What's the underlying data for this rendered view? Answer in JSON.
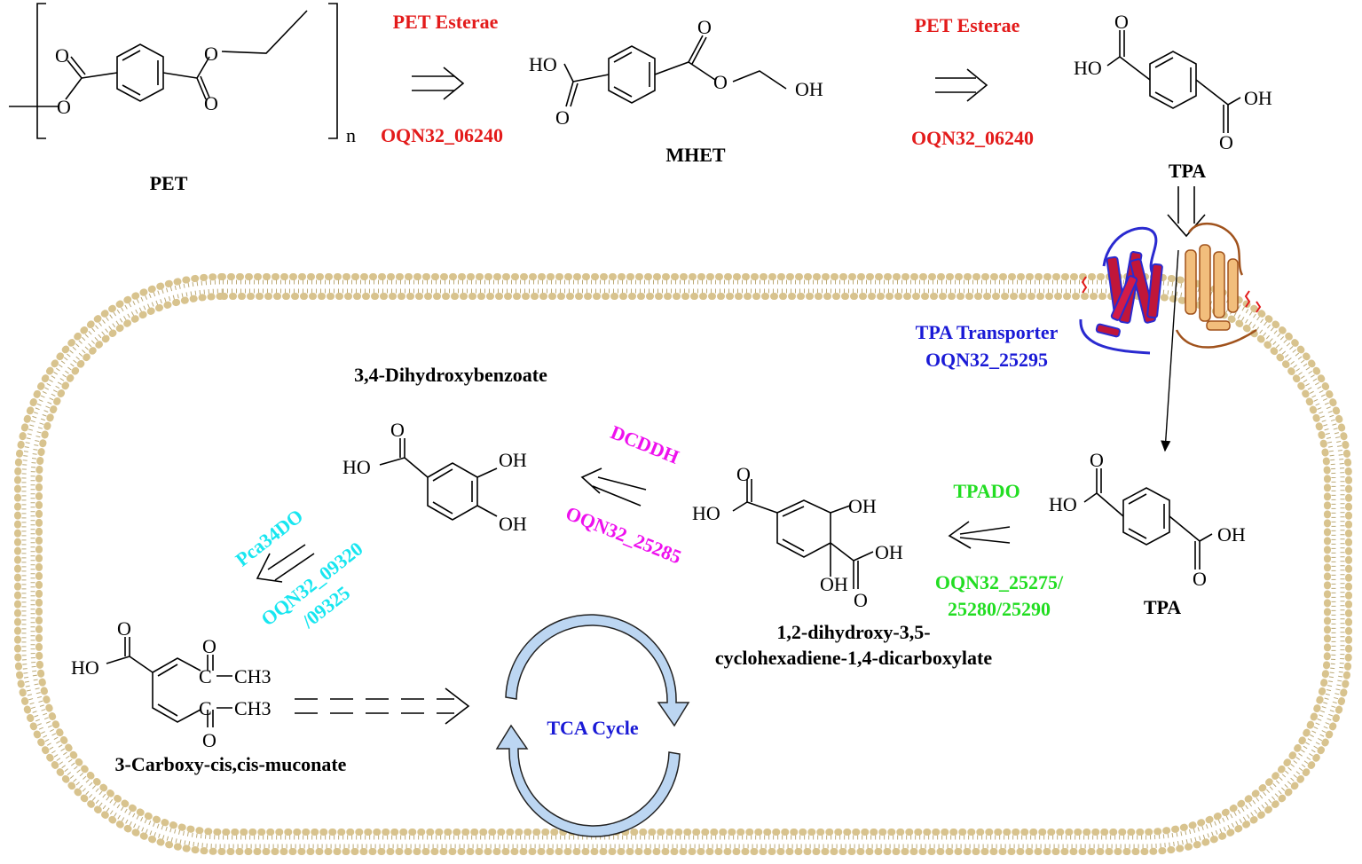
{
  "colors": {
    "red": "#e31b1b",
    "blue": "#1a1ad6",
    "magenta": "#ee10ee",
    "cyan": "#18e6f0",
    "green": "#22dd22",
    "membrane": "#d8c38e",
    "tca": "#bcd6f2"
  },
  "compounds": {
    "pet": "PET",
    "pet_n": "n",
    "mhet": "MHET",
    "tpa_out": "TPA",
    "tpa_in": "TPA",
    "dhcd_line1": "1,2-dihydroxy-3,5-",
    "dhcd_line2": "cyclohexadiene-1,4-dicarboxylate",
    "dhb": "3,4-Dihydroxybenzoate",
    "ccm": "3-Carboxy-cis,cis-muconate"
  },
  "atoms": {
    "O": "O",
    "HO": "HO",
    "OH": "OH",
    "CH3": "CH3",
    "C": "C"
  },
  "enzymes": {
    "esterase1_name": "PET Esterae",
    "esterase1_id": "OQN32_06240",
    "esterase2_name": "PET Esterae",
    "esterase2_id": "OQN32_06240",
    "transporter_name": "TPA Transporter",
    "transporter_id": "OQN32_25295",
    "tpado_name": "TPADO",
    "tpado_id_line1": "OQN32_25275/",
    "tpado_id_line2": "25280/25290",
    "dcddh_name": "DCDDH",
    "dcddh_id": "OQN32_25285",
    "pca_name": "Pca34DO",
    "pca_id_line1": "OQN32_09320",
    "pca_id_line2": "/09325"
  },
  "cycle": {
    "label": "TCA Cycle"
  }
}
